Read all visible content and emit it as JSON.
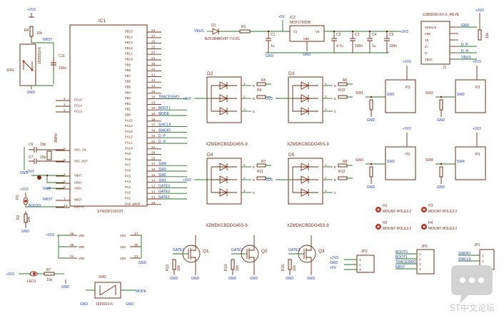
{
  "mcu": {
    "ref": "IC1",
    "part": "STM32F103C8T",
    "right_pins": [
      {
        "name": "PB15",
        "num": "28"
      },
      {
        "name": "PB14",
        "num": "27"
      },
      {
        "name": "PB13",
        "num": "26"
      },
      {
        "name": "PB12",
        "num": "25"
      },
      {
        "name": "PB11",
        "num": "22"
      },
      {
        "name": "PB10",
        "num": "21"
      },
      {
        "name": "PB9",
        "num": "46"
      },
      {
        "name": "PB8",
        "num": "45"
      },
      {
        "name": "PB7",
        "num": "43"
      },
      {
        "name": "PB6",
        "num": "42"
      },
      {
        "name": "PB5",
        "num": "41"
      },
      {
        "name": "PB4",
        "num": "40"
      },
      {
        "name": "PB3",
        "num": "39"
      },
      {
        "name": "PB2",
        "num": "20"
      },
      {
        "name": "PB1",
        "num": "19"
      },
      {
        "name": "PB0",
        "num": "18"
      },
      {
        "name": "PA15",
        "num": "38"
      },
      {
        "name": "PA14",
        "num": "37"
      },
      {
        "name": "PA13",
        "num": "34"
      },
      {
        "name": "PA12",
        "num": "33"
      },
      {
        "name": "PA11",
        "num": "32"
      },
      {
        "name": "PA10",
        "num": "31"
      },
      {
        "name": "PA9",
        "num": "30"
      },
      {
        "name": "PA8",
        "num": "29"
      },
      {
        "name": "PA7",
        "num": "17"
      },
      {
        "name": "PA6",
        "num": "16"
      },
      {
        "name": "PA5",
        "num": "15"
      },
      {
        "name": "PA4",
        "num": "14"
      },
      {
        "name": "PA3",
        "num": "13"
      },
      {
        "name": "PA2",
        "num": "12"
      },
      {
        "name": "PA1",
        "num": "11"
      },
      {
        "name": "PA0-WKUP",
        "num": "10"
      }
    ],
    "left_pins": [
      {
        "name": "PC15",
        "num": "4"
      },
      {
        "name": "PC14",
        "num": "3"
      },
      {
        "name": "PC13",
        "num": "2"
      },
      {
        "name": "OSC_IN",
        "num": "5"
      },
      {
        "name": "OSC_OUT",
        "num": "6"
      },
      {
        "name": "VBAT",
        "num": "1"
      },
      {
        "name": "VDDA",
        "num": "9"
      },
      {
        "name": "VSSA",
        "num": "8"
      },
      {
        "name": "NRST",
        "num": "7"
      },
      {
        "name": "BOOT0",
        "num": "44"
      }
    ],
    "vdd_pins": [
      {
        "name": "VDD",
        "num": "48"
      },
      {
        "name": "VDD",
        "num": "36"
      },
      {
        "name": "VDD",
        "num": "24"
      }
    ],
    "vss_pins": [
      {
        "name": "VSS",
        "num": "47"
      },
      {
        "name": "VSS",
        "num": "35"
      },
      {
        "name": "VSS",
        "num": "23"
      }
    ]
  },
  "mcu_nets": {
    "PB3": "TRACESWO",
    "PB1": "BOOT1",
    "PB0": "MODE",
    "PA14": "SWCLK",
    "PA13": "SWDIO",
    "PA12": "D_P",
    "PA11": "D_N",
    "PA7": "SW4",
    "PA6": "SW3",
    "PA5": "SW2",
    "PA4": "SW1",
    "PA3": "GATE3",
    "PA2": "GATE2",
    "PA1": "GATE1"
  },
  "left_labels": {
    "c11": "C11",
    "c11_val": "100n",
    "sw1_ref": "SW1",
    "sw1_part": "1825910-6",
    "nrst": "NRST",
    "r4": "R4",
    "r4_val": "10k",
    "c6": "C6",
    "c7": "C7",
    "c6_val": "20p",
    "c7_val": "20p",
    "q_ref": "Q1",
    "crystal": "8MHz",
    "rs": "R3",
    "boot0": "BOOT0",
    "r2": "R2",
    "r2_val": "10k",
    "r7": "R7",
    "r7_val": "10k",
    "sw2_ref": "SW2",
    "sw2_part": "1825910-6",
    "mode": "MODE",
    "led1": "LED1"
  },
  "power": {
    "rail": "+3V3",
    "rail5": "+5V",
    "gnd": "GND",
    "vbus": "VBUS"
  },
  "regulator": {
    "d1": "D1",
    "d1_part": "BZX384B6V8T-7-F2G",
    "r1": "R1",
    "ic2": "IC2",
    "ic2_part": "MCP1700DB",
    "in": "VI",
    "out": "VO",
    "gnd": "GND",
    "caps": [
      "C1",
      "C2",
      "C3",
      "C4",
      "C5"
    ],
    "cap_vals": [
      "1u",
      "4.7u",
      "100n",
      "1u",
      "100n"
    ]
  },
  "usb": {
    "ref": "J1",
    "part": "USB3090-XX-X_REVE",
    "pins": [
      "SHIELD",
      "GND",
      "ID",
      "D+",
      "D-",
      "VBUS"
    ],
    "nets": [
      "GND",
      "",
      "",
      "D_P",
      "D_N",
      "VBUS"
    ],
    "r": "R?",
    "r_val": "10k"
  },
  "leds": [
    {
      "ref": "D2",
      "part": "XZMDKCBDDG45S-9",
      "r1": "R5",
      "r2": "R9"
    },
    {
      "ref": "D3",
      "part": "XZMDKCBDDG45S-9",
      "r1": "R6",
      "r2": "R10"
    },
    {
      "ref": "D4",
      "part": "XZMDKCBDDG45S-9",
      "r1": "R7",
      "r2": "R11"
    },
    {
      "ref": "D5",
      "part": "XZMDKCBDDG45S-9",
      "r1": "R8",
      "r2": "R12"
    }
  ],
  "led_pins": [
    "R",
    "B",
    "G"
  ],
  "switches": [
    {
      "ref": "SW1",
      "part": "P3",
      "net": "SW1"
    },
    {
      "ref": "SW2",
      "part": "P3",
      "net": "SW2"
    },
    {
      "ref": "SW3",
      "part": "P3",
      "net": "SW3"
    },
    {
      "ref": "SW4",
      "part": "P3",
      "net": "SW4"
    }
  ],
  "mounting": [
    {
      "ref": "H1",
      "label": "MOUNT-HOLE3.2"
    },
    {
      "ref": "H3",
      "label": "MOUNT-HOLE3.2"
    },
    {
      "ref": "H2",
      "label": "MOUNT-HOLE3.2"
    },
    {
      "ref": "H4",
      "label": "MOUNT-HOLE3.2"
    }
  ],
  "fets": [
    {
      "ref": "Q1",
      "gate": "GATE1",
      "r": "R13",
      "r_val": "10k"
    },
    {
      "ref": "Q2",
      "gate": "GATE2",
      "r": "R14",
      "r_val": "10k"
    },
    {
      "ref": "Q3",
      "gate": "GATE3",
      "r": "R15",
      "r_val": "10k"
    }
  ],
  "headers": {
    "jp1": "JP1",
    "jp2": "JP2",
    "jp3": "JP3",
    "jp3_nets": [
      "BOOT0",
      "BOOT1",
      "TRACESWO",
      "NRST"
    ],
    "jp1_nets": [
      "SWDIO",
      "SWCLK"
    ],
    "jp2_nets": [
      "+3V3",
      "GND",
      "+5V"
    ]
  },
  "watermark": "ST中文论坛"
}
